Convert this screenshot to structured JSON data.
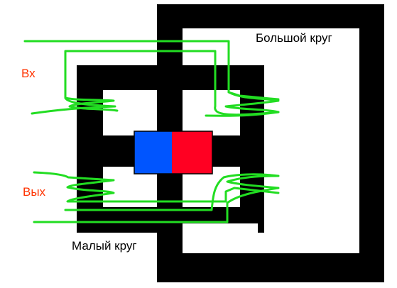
{
  "labels": {
    "large_circuit": "Большой круг",
    "small_circuit": "Малый круг",
    "input": "Вх",
    "output": "Вых"
  },
  "colors": {
    "core": "#000000",
    "background": "#ffffff",
    "wire": "#22dd22",
    "label_text": "#000000",
    "port_label": "#ff3300",
    "magnet_north": "#0055ff",
    "magnet_south": "#ff0022"
  }
}
